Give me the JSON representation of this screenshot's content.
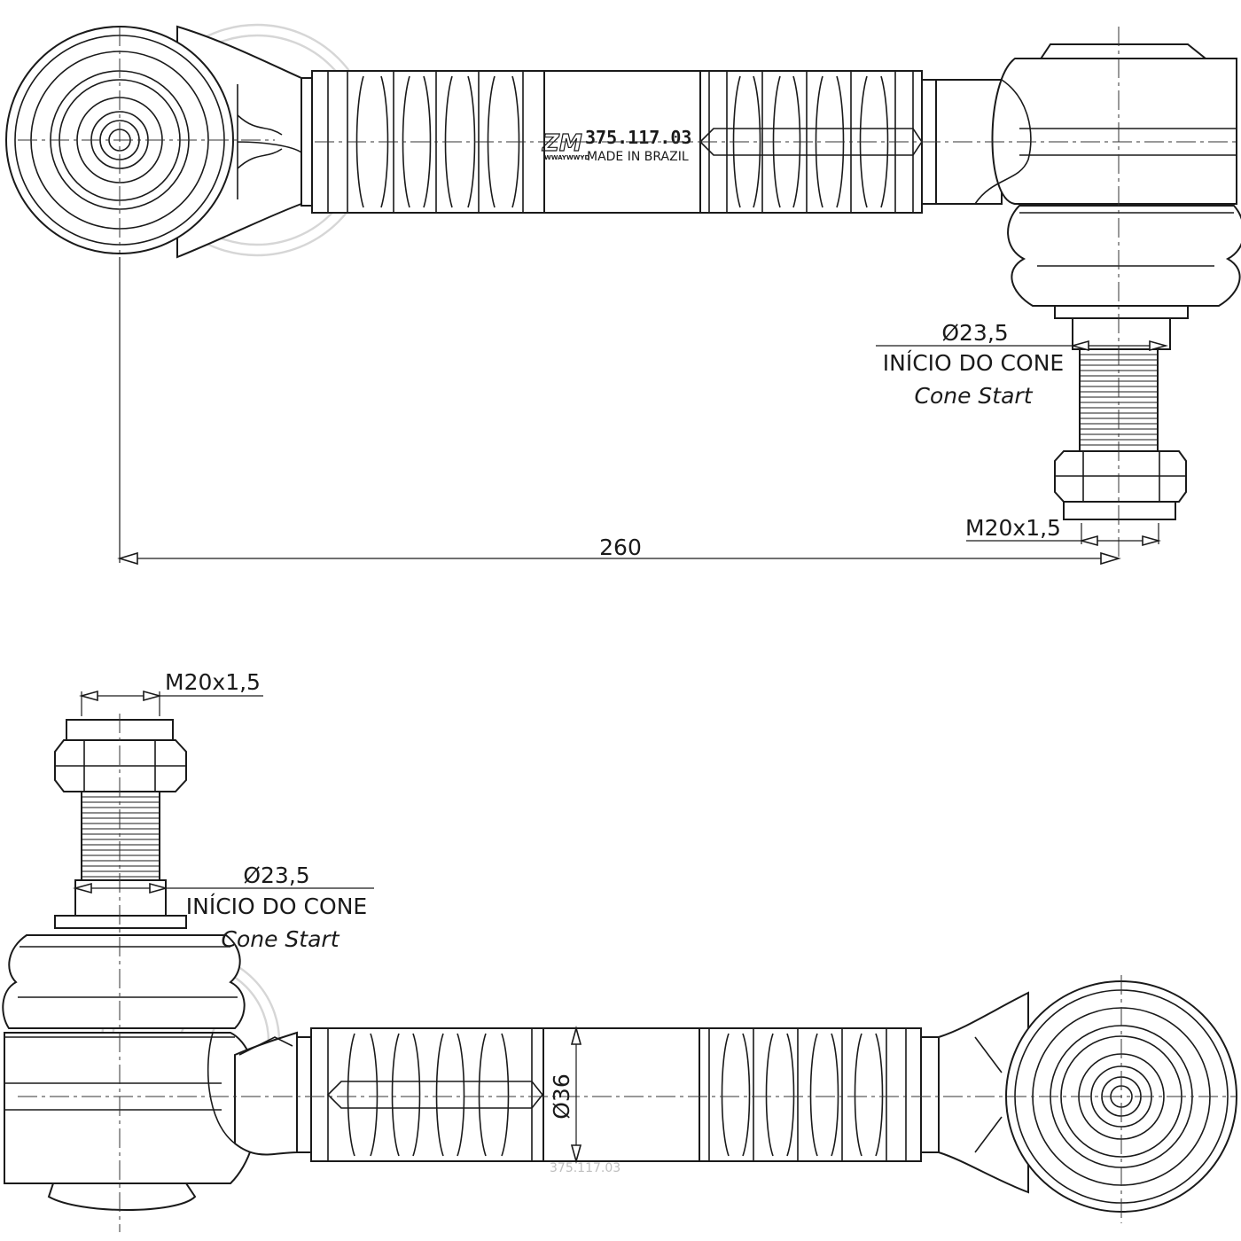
{
  "drawing": {
    "part_mark": {
      "logo": "ZM",
      "part_number": "375.117.03",
      "origin": "MADE IN BRAZIL",
      "date_code": "WWAYWWYD"
    },
    "top_view": {
      "cone_start_diameter": "Ø23,5",
      "cone_start_pt": "INÍCIO DO CONE",
      "cone_start_en": "Cone Start",
      "thread": "M20x1,5",
      "center_distance": "260"
    },
    "bottom_view": {
      "thread": "M20x1,5",
      "cone_start_diameter": "Ø23,5",
      "cone_start_pt": "INÍCIO DO CONE",
      "cone_start_en": "Cone Start",
      "tube_diameter": "Ø36",
      "faint_mark": "375.117.03"
    },
    "colors": {
      "line": "#1a1a1a",
      "watermark": "#d6d6d6",
      "background": "#ffffff"
    }
  }
}
